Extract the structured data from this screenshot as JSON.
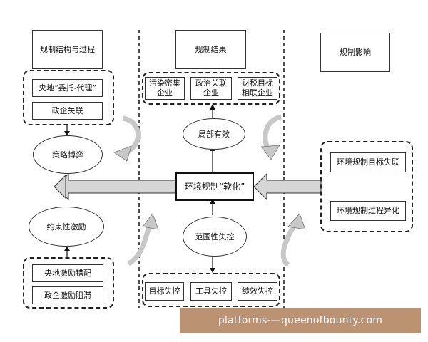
{
  "headers": {
    "structure": "规制结构与过程",
    "result": "规制结果",
    "impact": "规制影响"
  },
  "left_top_group": [
    "央地“委托-代理”",
    "政企关联"
  ],
  "left_bottom_group": [
    "央地激励错配",
    "政企激励阻滞"
  ],
  "ellipses": {
    "strategy": "策略博弈",
    "incentive": "约束性激励",
    "local_effective": "局部有效",
    "scope_loss": "范围性失控"
  },
  "top_results": [
    "污染密集\n企业",
    "政治关联\n企业",
    "财税目标\n相联企业"
  ],
  "bottom_results": [
    "目标失控",
    "工具失控",
    "绩效失控"
  ],
  "center": "环境规制“软化”",
  "right_group": [
    "环境规制目标失联",
    "环境规制过程异化"
  ],
  "watermark": "platforms-—queenofbounty.com",
  "colors": {
    "arrow_fill": "#d6d6d6",
    "watermark_bg": "#bb9373"
  }
}
